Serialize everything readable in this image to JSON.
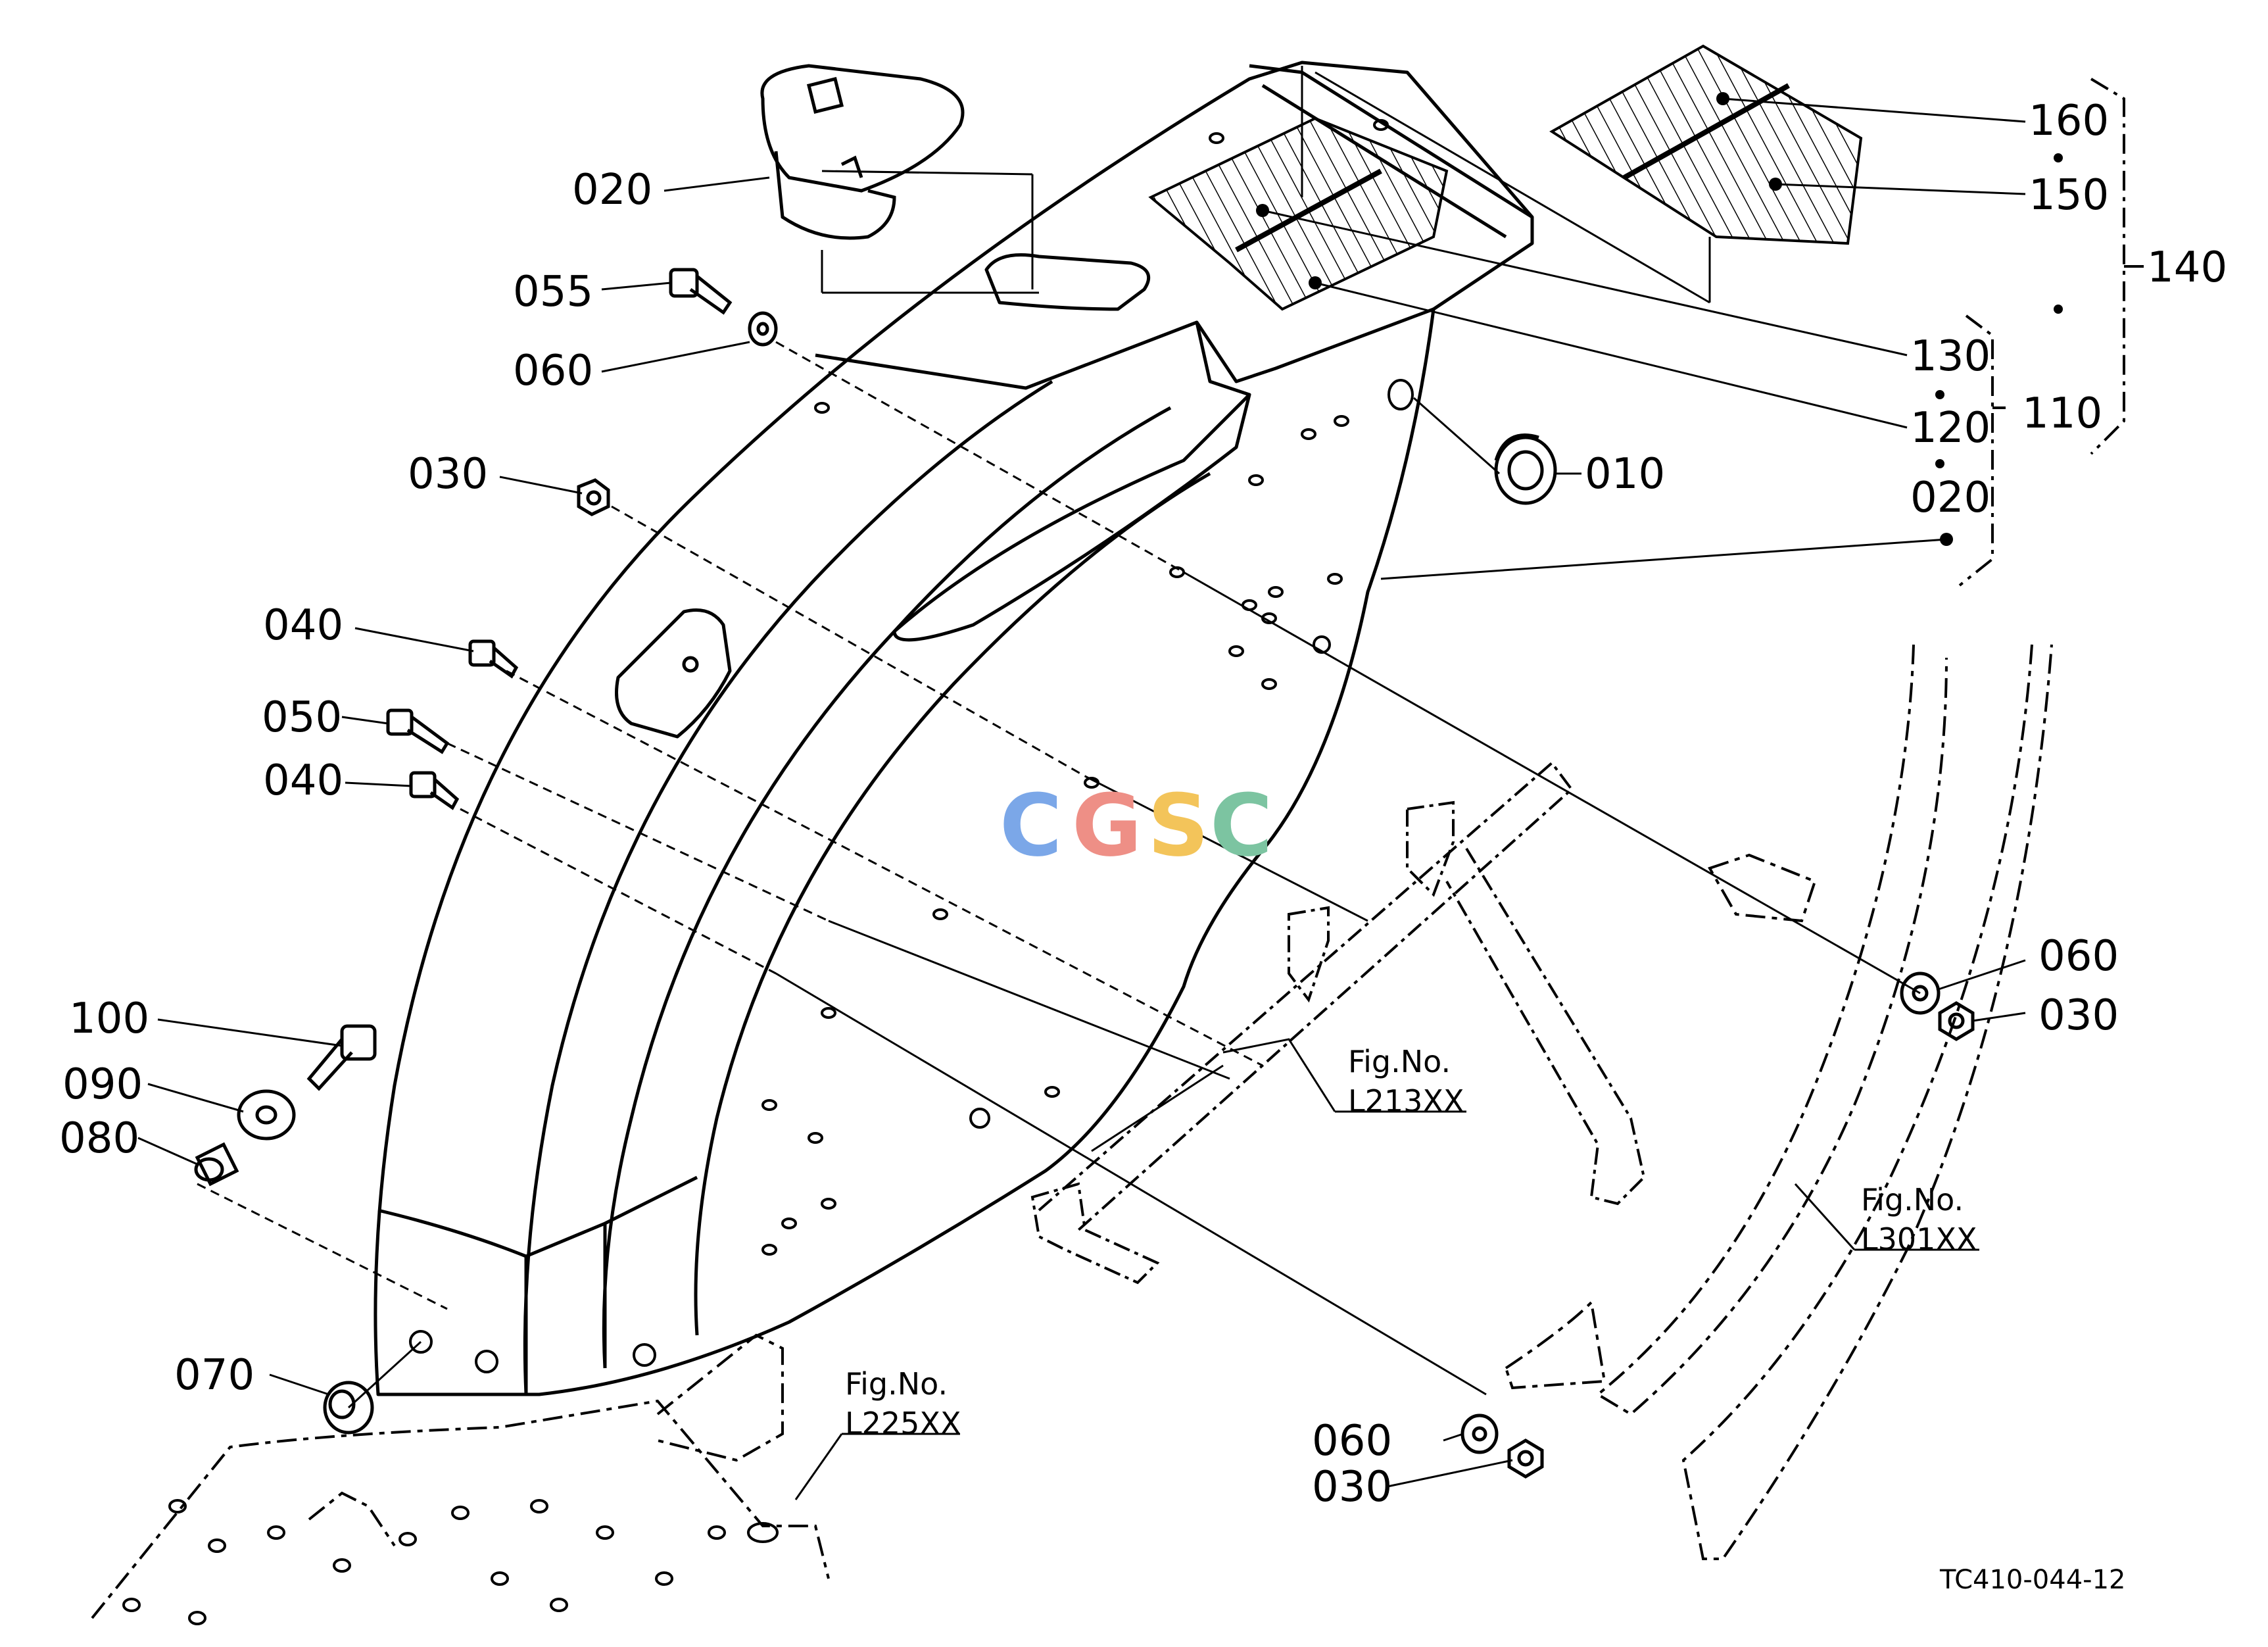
{
  "watermark": {
    "letters": [
      "C",
      "G",
      "S",
      "C"
    ],
    "colors": [
      "#7ba7e8",
      "#ee8f86",
      "#f3c45a",
      "#7cc4a1"
    ]
  },
  "drawing_code": "TC410-044-12",
  "fig_refs": [
    {
      "id": "l213",
      "prefix": "Fig.No.",
      "code": "L213XX"
    },
    {
      "id": "l301",
      "prefix": "Fig.No.",
      "code": "L301XX"
    },
    {
      "id": "l225",
      "prefix": "Fig.No.",
      "code": "L225XX"
    }
  ],
  "callouts": [
    {
      "id": "c020a",
      "text": "020"
    },
    {
      "id": "c055",
      "text": "055"
    },
    {
      "id": "c060a",
      "text": "060"
    },
    {
      "id": "c030a",
      "text": "030"
    },
    {
      "id": "c040a",
      "text": "040"
    },
    {
      "id": "c050",
      "text": "050"
    },
    {
      "id": "c040b",
      "text": "040"
    },
    {
      "id": "c100",
      "text": "100"
    },
    {
      "id": "c090",
      "text": "090"
    },
    {
      "id": "c080",
      "text": "080"
    },
    {
      "id": "c070",
      "text": "070"
    },
    {
      "id": "c160",
      "text": "160"
    },
    {
      "id": "c150",
      "text": "150"
    },
    {
      "id": "c140",
      "text": "140"
    },
    {
      "id": "c130",
      "text": "130"
    },
    {
      "id": "c120",
      "text": "120"
    },
    {
      "id": "c110",
      "text": "110"
    },
    {
      "id": "c020b",
      "text": "020"
    },
    {
      "id": "c010",
      "text": "010"
    },
    {
      "id": "c060b",
      "text": "060"
    },
    {
      "id": "c030b",
      "text": "030"
    },
    {
      "id": "c060c",
      "text": "060"
    },
    {
      "id": "c030c",
      "text": "030"
    }
  ]
}
